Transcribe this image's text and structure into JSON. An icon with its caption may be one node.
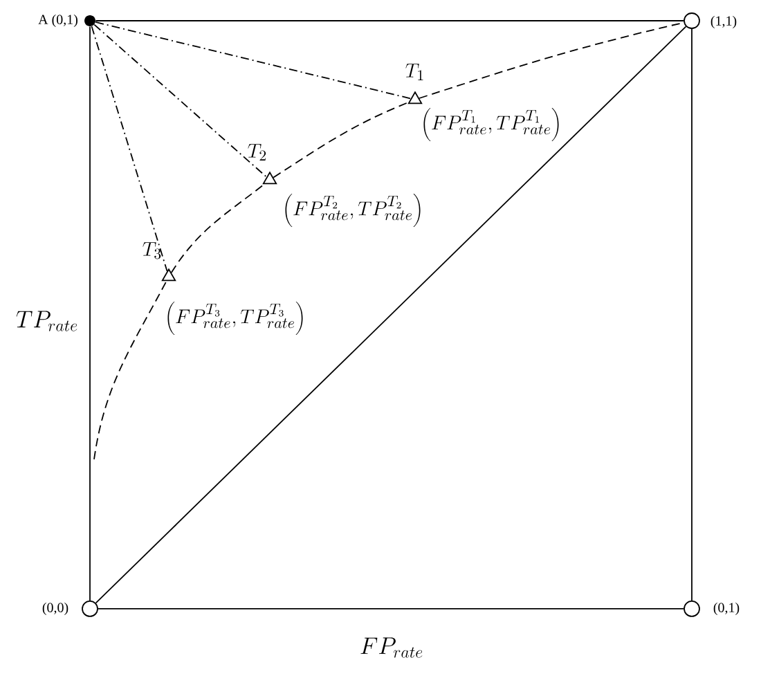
{
  "diagram": {
    "nodes": [
      {
        "text": [],
        "shape": "circle",
        "beside": [
          "A (0,1)"
        ]
      },
      {
        "text": [],
        "shape": "circle",
        "beside": [
          "(1,1)"
        ]
      },
      {
        "text": [],
        "shape": "circle",
        "beside": [
          "(0,0)"
        ]
      },
      {
        "text": [],
        "shape": "circle",
        "beside": [
          "(0,1)"
        ]
      },
      {
        "text": [],
        "shape": "triangle",
        "beside": [
          "T_{1}",
          "\\left(FP_{rate}^{T_{1}},TP_{rate}^{T_{1}}\\right)"
        ]
      },
      {
        "text": [],
        "shape": "triangle",
        "beside": [
          "T_{2}",
          "\\left(FP_{rate}^{T_{2}},TP_{rate}^{T_{2}}\\right)"
        ]
      },
      {
        "text": [],
        "shape": "triangle",
        "beside": [
          "T_{3}",
          "\\left(FP_{rate}^{T_{3}},TP_{rate}^{T_{3}}\\right)"
        ]
      }
    ],
    "edges": [
      {
        "from": 0,
        "to": 1,
        "arrow": "none"
      },
      {
        "from": 1,
        "to": 3,
        "arrow": "none"
      },
      {
        "from": 2,
        "to": 3,
        "arrow": "none"
      },
      {
        "from": 0,
        "to": 2,
        "arrow": "none"
      },
      {
        "from": 2,
        "to": 1,
        "arrow": "none"
      },
      {
        "from": 0,
        "to": 4,
        "arrow": "none",
        "style": "dashed"
      },
      {
        "from": 0,
        "to": 5,
        "arrow": "none",
        "style": "dashed"
      },
      {
        "from": 0,
        "to": 6,
        "arrow": "none",
        "style": "dashed"
      },
      {
        "from": null,
        "to": 6,
        "arrow": "none",
        "style": "dashed"
      },
      {
        "from": 6,
        "to": 5,
        "arrow": "none",
        "style": "dashed"
      },
      {
        "from": 5,
        "to": 4,
        "arrow": "none",
        "style": "dashed"
      },
      {
        "from": 4,
        "to": 1,
        "arrow": "none",
        "style": "dashed"
      }
    ],
    "labels": [
      "TP_{rate}",
      "FP_{rate}"
    ]
  }
}
